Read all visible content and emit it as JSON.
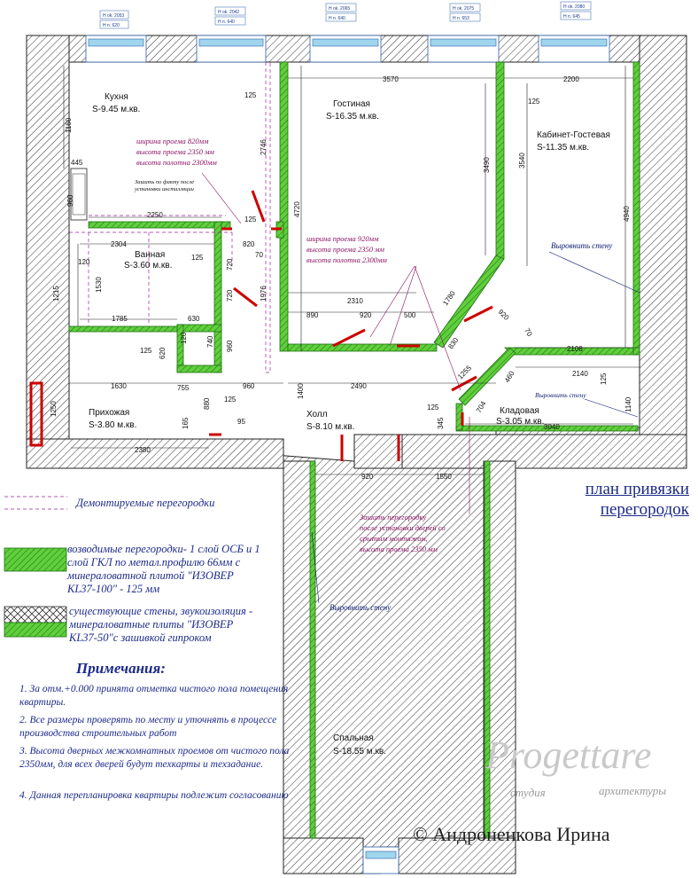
{
  "rooms": {
    "kitchen": {
      "name": "Кухня",
      "area": "S-9.45 м.кв."
    },
    "living": {
      "name": "Гостиная",
      "area": "S-16.35 м.кв."
    },
    "study": {
      "name": "Кабинет-Гостевая",
      "area": "S-11.35 м.кв."
    },
    "bath": {
      "name": "Ванная",
      "area": "S-3.60 м.кв."
    },
    "entry": {
      "name": "Прихожая",
      "area": "S-3.80 м.кв."
    },
    "hall": {
      "name": "Холл",
      "area": "S-8.10 м.кв."
    },
    "storage": {
      "name": "Кладовая",
      "area": "S-3.05 м.кв."
    },
    "bedroom": {
      "name": "Спальная",
      "area": "S-18.55 м.кв."
    }
  },
  "windows": [
    {
      "a": "Н ok. 2053",
      "b": "Н п. 620"
    },
    {
      "a": "Н ok. 2042",
      "b": "Н п. 640"
    },
    {
      "a": "Н ok. 2065",
      "b": "Н п. 640"
    },
    {
      "a": "Н ok. 2075",
      "b": "Н п. 653"
    },
    {
      "a": "Н ok. 2080",
      "b": "Н п. 645"
    }
  ],
  "dimensions": {
    "d1160": "1160",
    "d445": "445",
    "d960a": "960",
    "d2250": "2250",
    "d2304": "2304",
    "d120": "120",
    "d1215": "1215",
    "d1530": "1530",
    "d1785": "1785",
    "d630": "630",
    "d125a": "125",
    "d720": "720",
    "d720b": "720",
    "d125b": "125",
    "d620": "620",
    "d120b": "120",
    "d740": "740",
    "d960b": "960",
    "d1630": "1630",
    "d755": "755",
    "d880": "880",
    "d125c": "125",
    "d960c": "960",
    "d1250": "1250",
    "d165": "165",
    "d95": "95",
    "d2380": "2380",
    "d125d": "125",
    "d2746": "2746",
    "d4720": "4720",
    "d820": "820",
    "d70": "70",
    "d1976": "1976",
    "d3570": "3570",
    "d2200": "2200",
    "d125e": "125",
    "d3490": "3490",
    "d3540": "3540",
    "d4940": "4940",
    "d2310": "2310",
    "d890": "890",
    "d920a": "920",
    "d500": "500",
    "d1780": "1780",
    "d830": "830",
    "d920b": "920",
    "d70b": "70",
    "d2108": "2108",
    "d2140": "2140",
    "d125f": "125",
    "d1140": "1140",
    "d1400": "1400",
    "d2490": "2490",
    "d1255": "1255",
    "d460": "460",
    "d704": "704",
    "d125g": "125",
    "d345": "345",
    "d3040": "3040",
    "d920c": "920",
    "d1550": "1550",
    "d125h": "125"
  },
  "plan_notes": {
    "opening1": [
      "ширина проема 820мм",
      "высота проема 2350 мм",
      "высота полотна 2300мм"
    ],
    "opening2": [
      "ширина проема 920мм",
      "высота проема 2350 мм",
      "высота полотна 2300мм"
    ],
    "install": [
      "Зашить по факту после",
      "установки инсталляции"
    ],
    "align1": "Выровнить стену",
    "align2": "Выровнить стену",
    "align3": "Выровнить стену",
    "sew": [
      "Зашить перегородку",
      "после установки дверей со",
      "срытым монтажом,",
      "высота проема 2350 мм"
    ]
  },
  "legend": {
    "demolished": "Демонтируемые перегородки",
    "new_walls": [
      "возводимые перегородки- 1 слой ОСБ и 1",
      "слой ГКЛ  по метал.профилю 66мм с",
      "минераловатной плитой \"ИЗОВЕР",
      "KL37-100\" - 125 мм"
    ],
    "existing_walls": [
      "существующие стены, звукоизоляция -",
      "минераловатные плиты \"ИЗОВЕР",
      "KL37-50\"с зашивкой гипроком"
    ]
  },
  "notes": {
    "heading": "Примечания:",
    "items": [
      "1. За отм.+0.000 принята отметка чистого пола помещения квартиры.",
      "2. Все размеры проверять по месту и уточнять в процессе производства строительных работ",
      "3. Высота дверных межкомнатных проемов от чистого пола 2350мм, для всех дверей будут техкарты и техзадание.",
      "4. Данная перепланировка квартиры подлежит согласованию"
    ]
  },
  "title": {
    "line1": "план привязки",
    "line2": "перегородок"
  },
  "brand": {
    "name": "Progettare",
    "sub1": "студия",
    "sub2": "архитектуры"
  },
  "author": "© Андроненкова Ирина",
  "colors": {
    "new_partition": "#39b51f",
    "demolish": "#a020a0",
    "door": "#cc0000",
    "text_blue": "#1c2a8a",
    "note_magenta": "#8a1060"
  }
}
